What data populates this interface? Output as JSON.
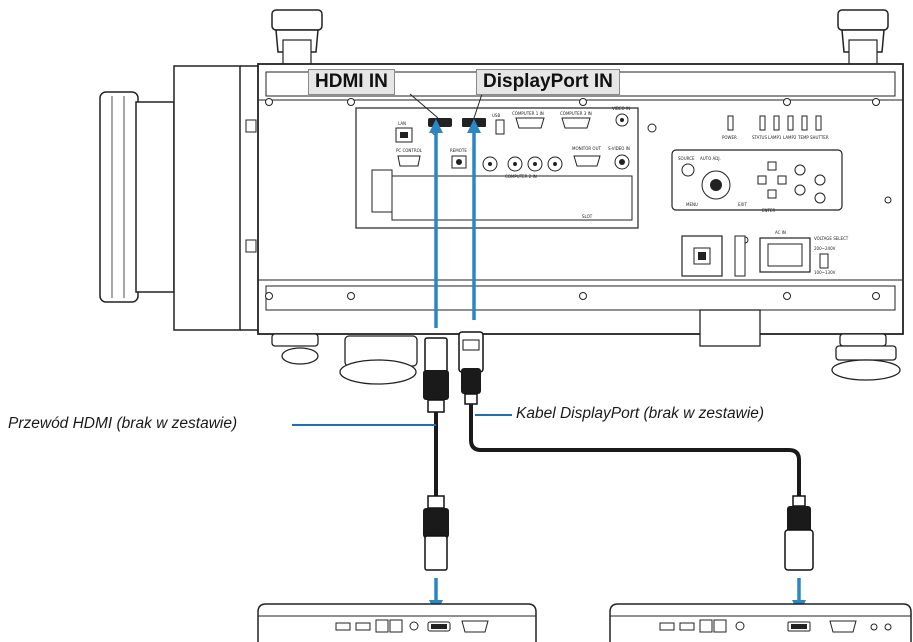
{
  "callouts": {
    "hdmi_in": "HDMI IN",
    "displayport_in": "DisplayPort IN"
  },
  "cables": {
    "hdmi": "Przewód HDMI (brak w zestawie)",
    "displayport": "Kabel DisplayPort (brak w zestawie)"
  },
  "panel_labels": {
    "lan": "LAN",
    "hdmi_in": "HDMI IN",
    "displayport_in": "DisplayPort IN",
    "usb": "USB",
    "computer1_in": "COMPUTER 1 IN",
    "computer3_in": "COMPUTER 3 IN",
    "video_in": "VIDEO IN",
    "pc_control": "PC CONTROL",
    "remote": "REMOTE",
    "computer2_in": "COMPUTER 2 IN",
    "monitor_out": "MONITOR OUT",
    "s_video_in": "S-VIDEO IN",
    "slot": "SLOT",
    "power": "POWER",
    "status": "STATUS",
    "lamp1": "LAMP1",
    "lamp2": "LAMP2",
    "temp": "TEMP",
    "shutter": "SHUTTER",
    "source": "SOURCE",
    "auto_adj": "AUTO ADJ.",
    "menu": "MENU",
    "exit": "EXIT",
    "enter": "ENTER",
    "ac_in": "AC IN",
    "voltage_select": "VOLTAGE SELECT",
    "v200": "200~240V",
    "v100": "100~130V"
  },
  "colors": {
    "arrow": "#2b86c5",
    "label_line": "#1f6fb2",
    "cable": "#1a1a1a",
    "callout_bg": "#e6e6e6"
  }
}
